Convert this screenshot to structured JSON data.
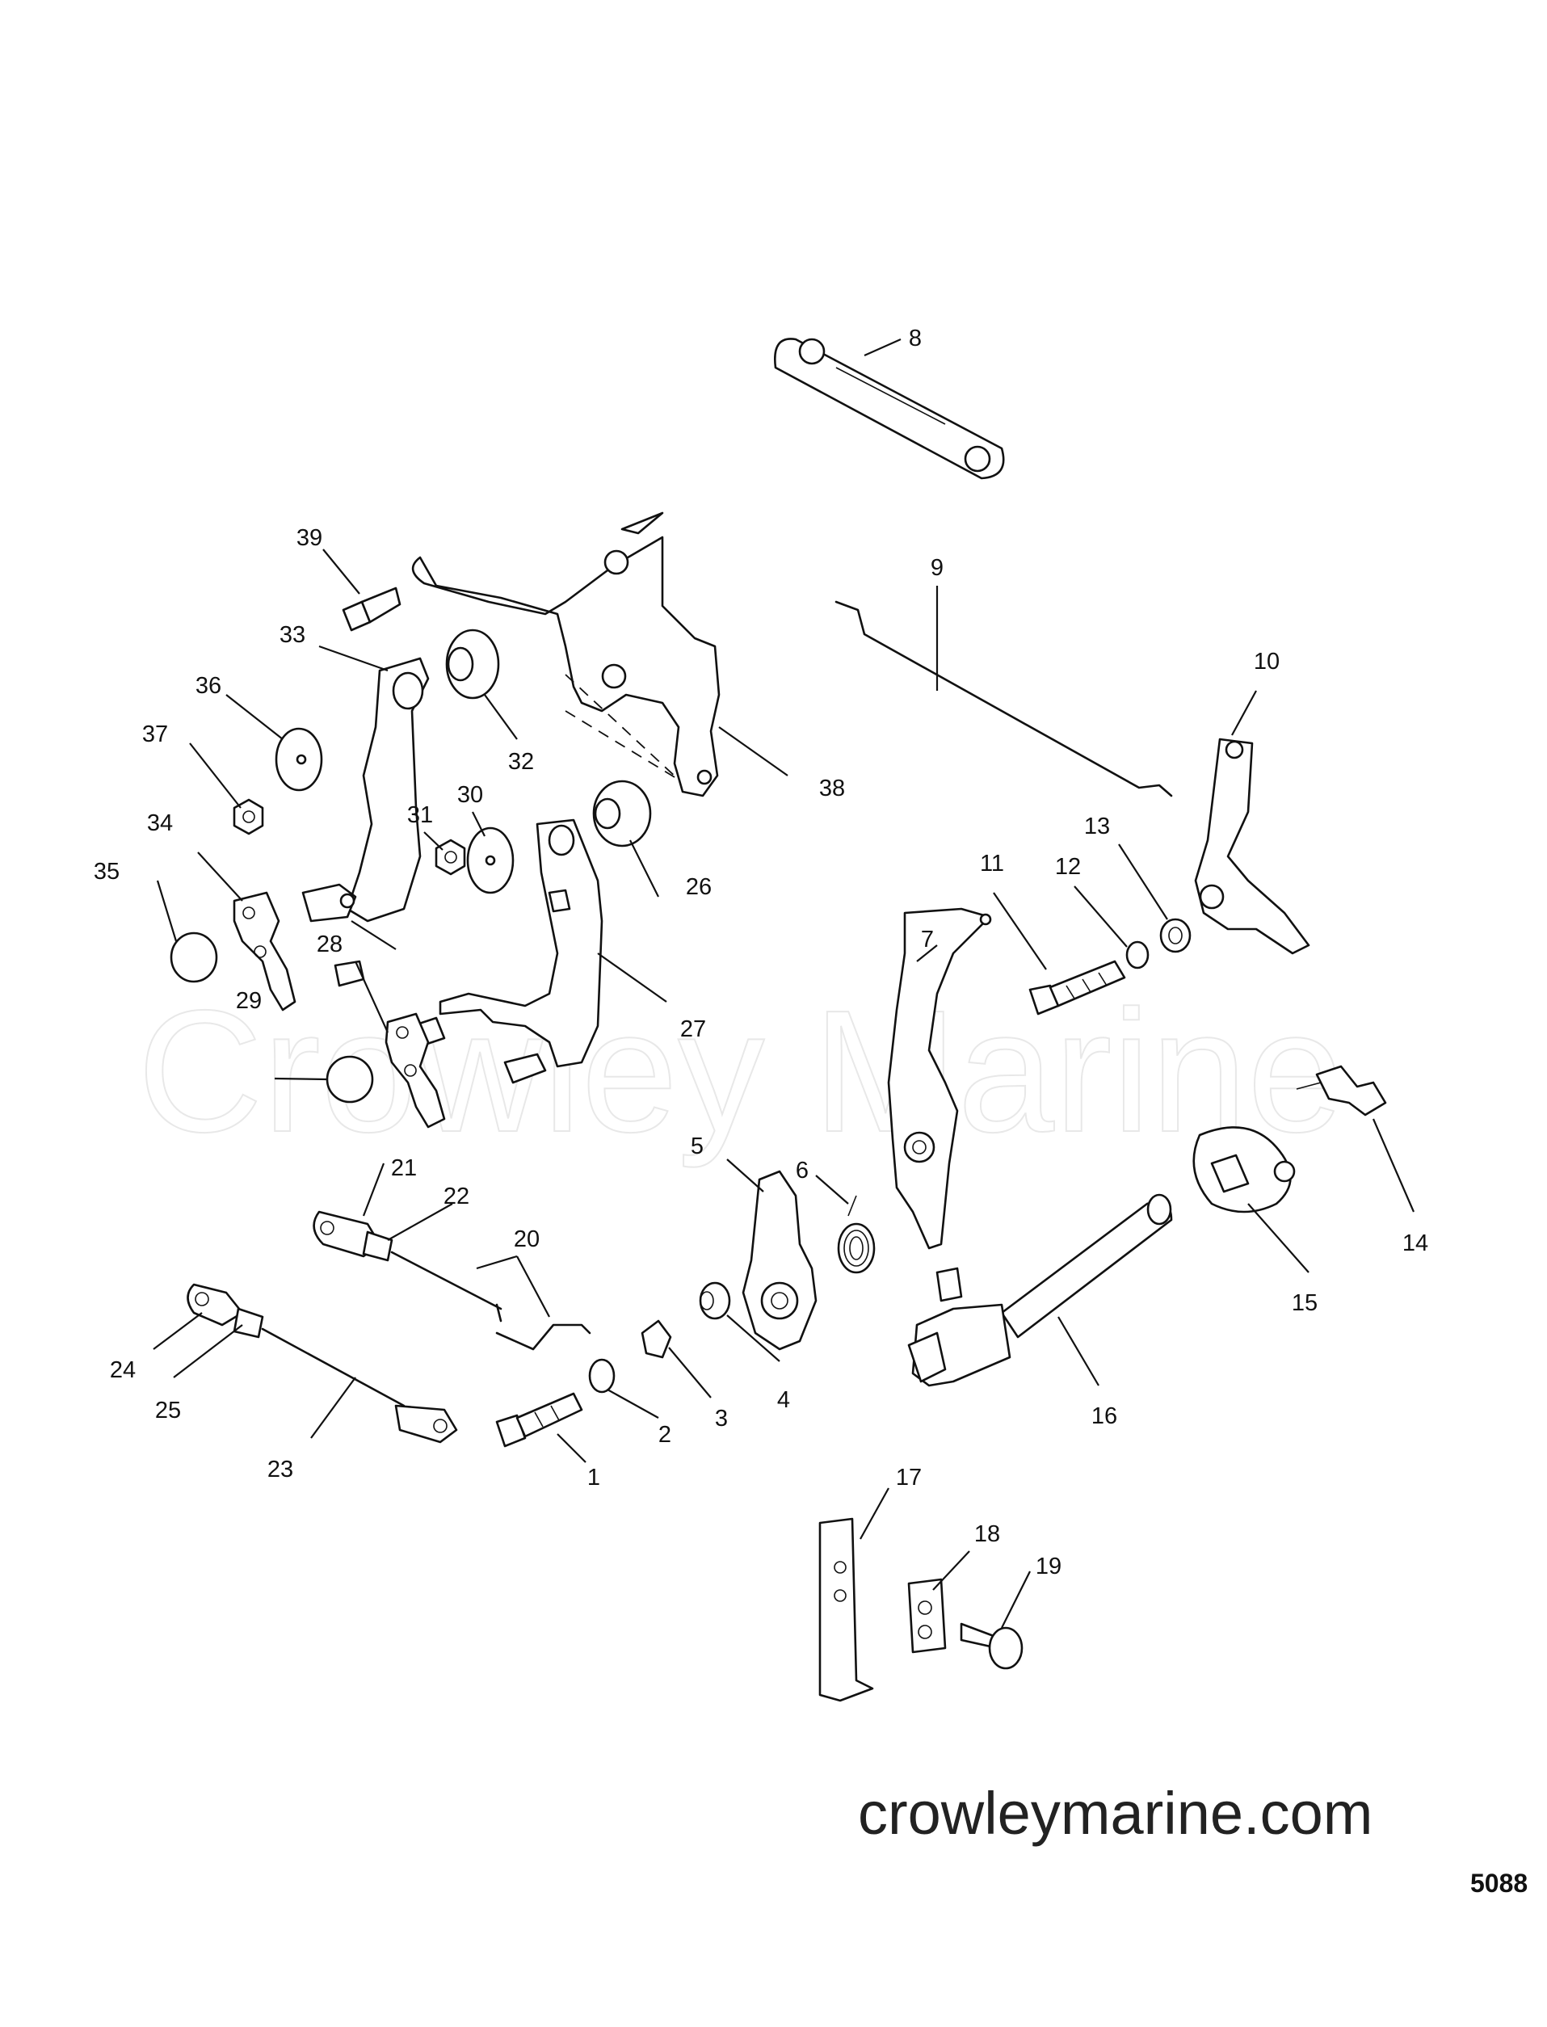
{
  "watermark": "Crowley Marine",
  "website": "crowleymarine.com",
  "diagram_code": "5088",
  "callouts": [
    {
      "n": "1"
    },
    {
      "n": "2"
    },
    {
      "n": "3"
    },
    {
      "n": "4"
    },
    {
      "n": "5"
    },
    {
      "n": "6"
    },
    {
      "n": "7"
    },
    {
      "n": "8"
    },
    {
      "n": "9"
    },
    {
      "n": "10"
    },
    {
      "n": "11"
    },
    {
      "n": "12"
    },
    {
      "n": "13"
    },
    {
      "n": "14"
    },
    {
      "n": "15"
    },
    {
      "n": "16"
    },
    {
      "n": "17"
    },
    {
      "n": "18"
    },
    {
      "n": "19"
    },
    {
      "n": "20"
    },
    {
      "n": "21"
    },
    {
      "n": "22"
    },
    {
      "n": "23"
    },
    {
      "n": "24"
    },
    {
      "n": "25"
    },
    {
      "n": "26"
    },
    {
      "n": "27"
    },
    {
      "n": "28"
    },
    {
      "n": "29"
    },
    {
      "n": "30"
    },
    {
      "n": "31"
    },
    {
      "n": "32"
    },
    {
      "n": "33"
    },
    {
      "n": "34"
    },
    {
      "n": "35"
    },
    {
      "n": "36"
    },
    {
      "n": "37"
    },
    {
      "n": "38"
    },
    {
      "n": "39"
    }
  ]
}
